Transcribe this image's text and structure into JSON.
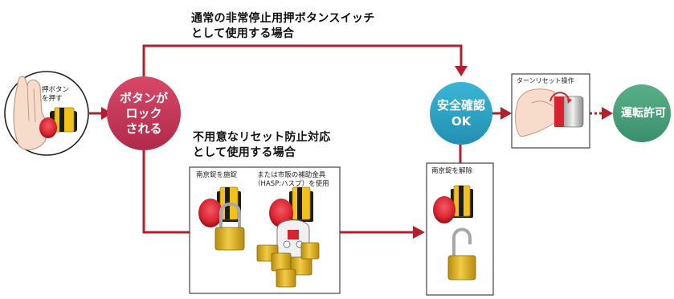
{
  "headings": {
    "normal_line1": "通常の非常停止用押ボタンスイッチ",
    "normal_line2": "として使用する場合",
    "prevent_line1": "不用意なリセット防止対応",
    "prevent_line2": "として使用する場合"
  },
  "hand_label": {
    "line1": "押ボタン",
    "line2": "を押す"
  },
  "lock_circle": {
    "line1": "ボタンが",
    "line2": "ロック",
    "line3": "される",
    "color": "#c23a5a"
  },
  "safety_circle": {
    "line1": "安全確認",
    "line2": "OK",
    "color": "#2ea8c8"
  },
  "operation_circle": {
    "label": "運転許可",
    "color": "#4aa27c"
  },
  "turn_reset_label": "ターンリセット操作",
  "padlock_box": {
    "label_padlock": "南京錠を施錠",
    "label_hasp_line1": "または市販の補助金具",
    "label_hasp_line2": "（HASP:ハスプ）を使用"
  },
  "release_box": {
    "label": "南京錠を解除"
  },
  "colors": {
    "arrow": "#b51f2c",
    "lock_gold": "#e3b526",
    "button_red": "#d8232f"
  }
}
